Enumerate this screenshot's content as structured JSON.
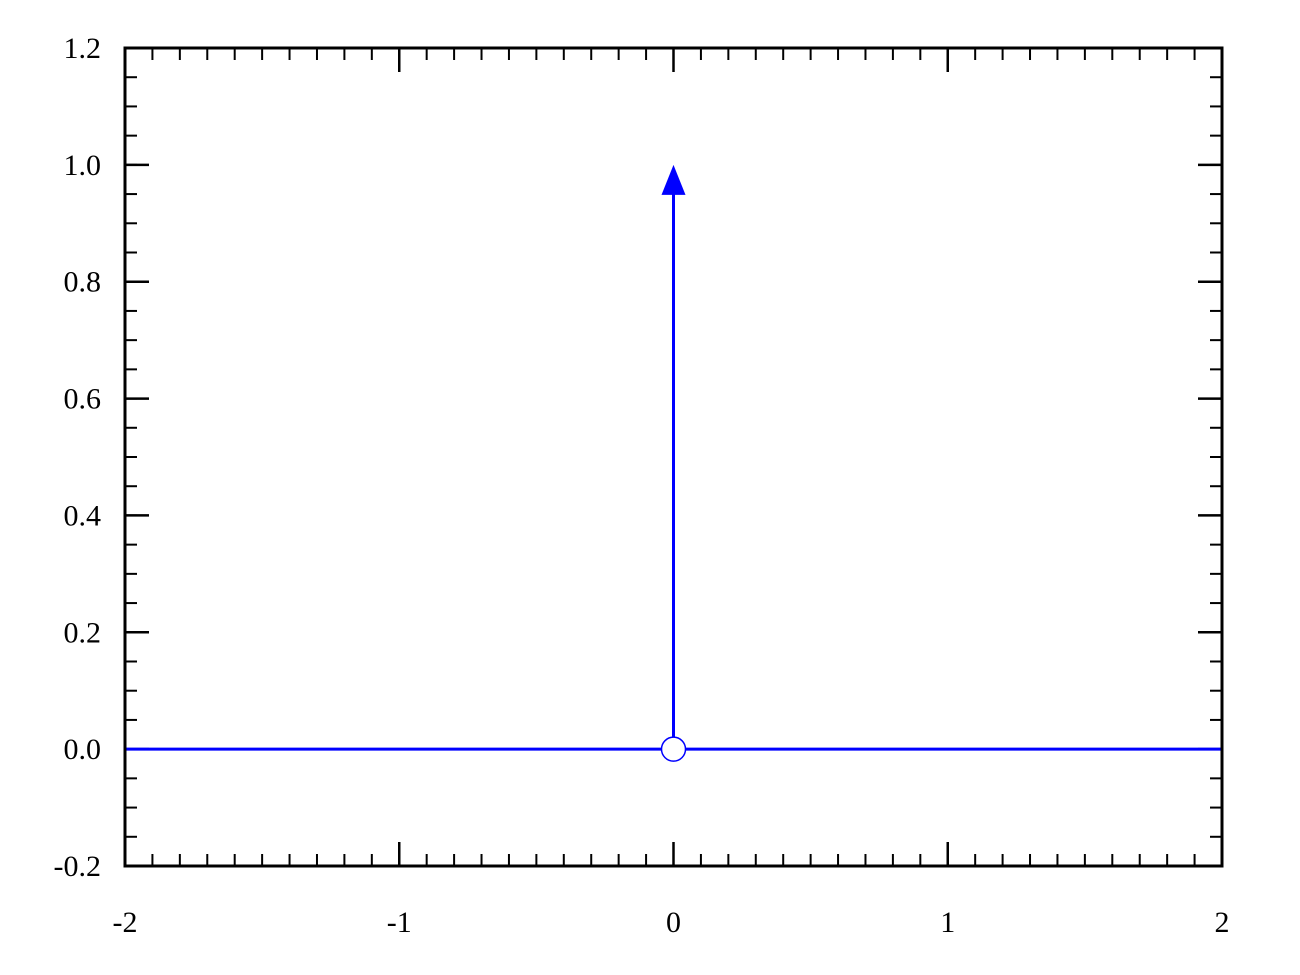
{
  "chart_data": {
    "type": "line",
    "title": "",
    "xlabel": "",
    "ylabel": "",
    "xlim": [
      -2,
      2
    ],
    "ylim": [
      -0.2,
      1.2
    ],
    "x_ticks": [
      {
        "value": -2,
        "label": "-2"
      },
      {
        "value": -1,
        "label": "-1"
      },
      {
        "value": 0,
        "label": "0"
      },
      {
        "value": 1,
        "label": "1"
      },
      {
        "value": 2,
        "label": "2"
      }
    ],
    "y_ticks": [
      {
        "value": -0.2,
        "label": "-0.2"
      },
      {
        "value": 0.0,
        "label": "0.0"
      },
      {
        "value": 0.2,
        "label": "0.2"
      },
      {
        "value": 0.4,
        "label": "0.4"
      },
      {
        "value": 0.6,
        "label": "0.6"
      },
      {
        "value": 0.8,
        "label": "0.8"
      },
      {
        "value": 1.0,
        "label": "1.0"
      },
      {
        "value": 1.2,
        "label": "1.2"
      }
    ],
    "x_minor_step": 0.1,
    "y_minor_step": 0.05,
    "grid": false,
    "legend": "none",
    "series": [
      {
        "kind": "line",
        "points": [
          [
            -2,
            0
          ],
          [
            2,
            0
          ]
        ]
      },
      {
        "kind": "impulse",
        "x": 0,
        "from": 0,
        "to": 1.0,
        "arrow": true,
        "base_marker": "open-circle"
      }
    ],
    "colors": {
      "series": "#0000ff",
      "axes": "#000000",
      "background": "#ffffff"
    }
  }
}
